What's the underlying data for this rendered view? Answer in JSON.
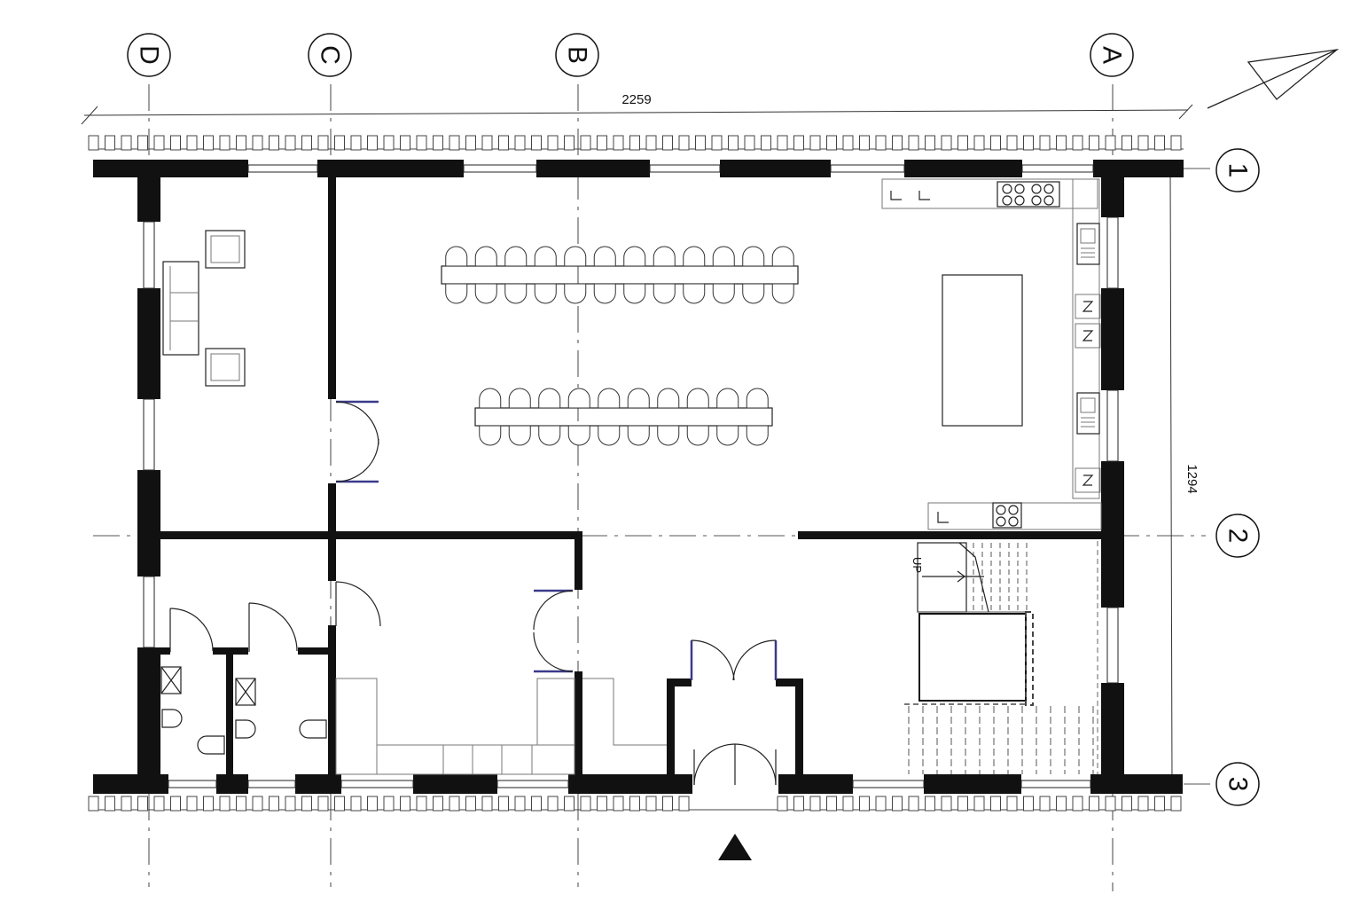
{
  "grid_columns": [
    {
      "label": "D"
    },
    {
      "label": "C"
    },
    {
      "label": "B"
    },
    {
      "label": "A"
    }
  ],
  "grid_rows": [
    {
      "label": "1"
    },
    {
      "label": "2"
    },
    {
      "label": "3"
    }
  ],
  "dimensions": {
    "width_label": "2259",
    "height_label": "1294"
  },
  "stair_label": "UP",
  "dining_tables": [
    {
      "seats_per_side": 12
    },
    {
      "seats_per_side": 10
    }
  ],
  "colors": {
    "wall": "#111111",
    "door_leaf": "#3a3a8a",
    "background": "#ffffff"
  }
}
